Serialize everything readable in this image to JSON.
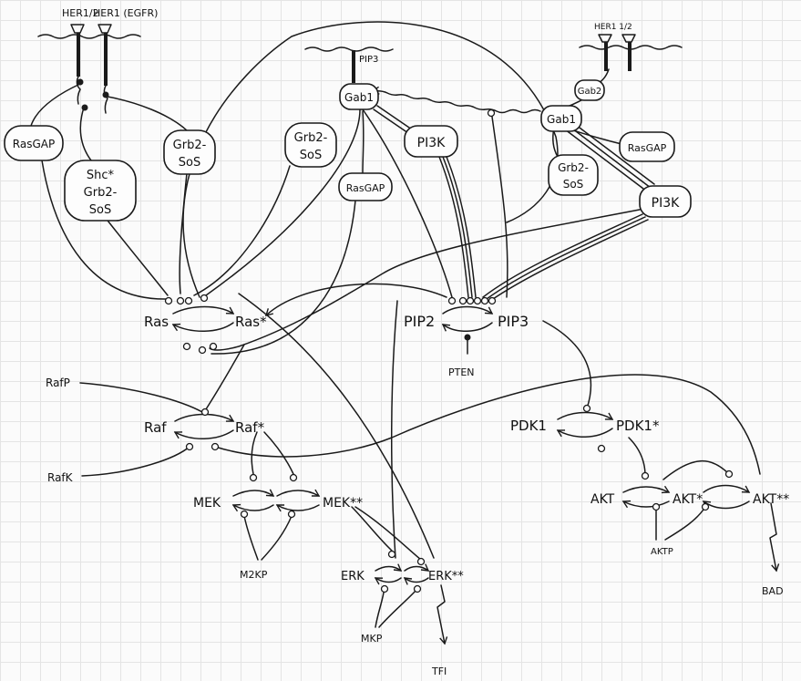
{
  "receptors": {
    "her1_2": "HER1/2",
    "her1_egfr": "HER1 (EGFR)",
    "pip3_anchor": "PIP3",
    "her1_2_right": "HER1 1/2"
  },
  "boxes": {
    "rasgap_left": "RasGAP",
    "shc_grb2_sos": [
      "Shc*",
      "Grb2-",
      "SoS"
    ],
    "grb2_sos_top": [
      "Grb2-",
      "SoS"
    ],
    "gab1_center": "Gab1",
    "grb2_sos_center": [
      "Grb2-",
      "SoS"
    ],
    "rasgap_center": "RasGAP",
    "pi3k_center": "PI3K",
    "gab2": "Gab2",
    "gab1_right": "Gab1",
    "rasgap_right": "RasGAP",
    "grb2_sos_right": [
      "Grb2-",
      "SoS"
    ],
    "pi3k_right": "PI3K"
  },
  "species": {
    "ras": "Ras",
    "ras_star": "Ras*",
    "pip2": "PIP2",
    "pip3": "PIP3",
    "pten": "PTEN",
    "rafp": "RafP",
    "raf": "Raf",
    "raf_star": "Raf*",
    "rafk": "RafK",
    "mek": "MEK",
    "mek_pp": "MEK**",
    "m2kp": "M2KP",
    "erk": "ERK",
    "erk_pp": "ERK**",
    "mkp": "MKP",
    "tfi": "TFI",
    "pdk1": "PDK1",
    "pdk1_star": "PDK1*",
    "akt": "AKT",
    "akt_star": "AKT*",
    "akt_pp": "AKT**",
    "aktp": "AKTP",
    "bad": "BAD"
  },
  "colors": {
    "ink": "#1a1a1a",
    "paper": "#fbfbfb",
    "grid": "#e4e4e4"
  }
}
